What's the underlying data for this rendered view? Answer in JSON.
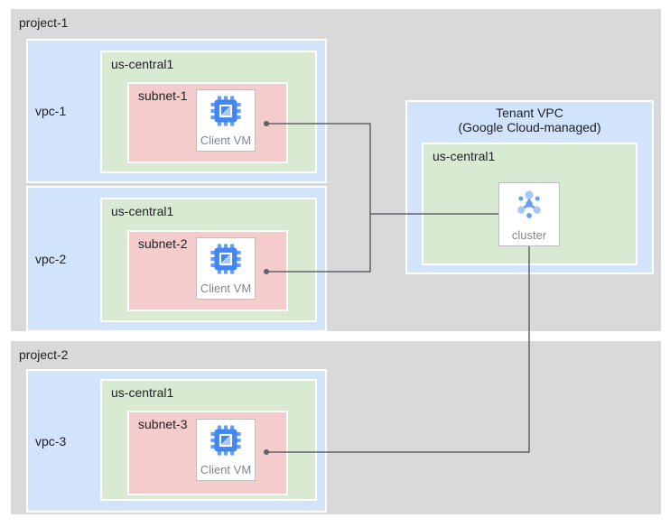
{
  "colors": {
    "project_bg": "#D9D9D9",
    "vpc_bg": "#D2E3FC",
    "region_bg": "#D9EAD3",
    "subnet_bg": "#F4CCCC",
    "node_border": "#BDBDBD",
    "node_label": "#80868B",
    "label": "#202124",
    "connector": "#5F6368",
    "icon_blue": "#4285F4",
    "icon_blue_medium": "#669DF6",
    "icon_blue_light": "#A8C7FA"
  },
  "projects": [
    {
      "label": "project-1",
      "vpcs": [
        {
          "label": "vpc-1",
          "region": "us-central1",
          "subnet": "subnet-1",
          "node": "Client VM"
        },
        {
          "label": "vpc-2",
          "region": "us-central1",
          "subnet": "subnet-2",
          "node": "Client VM"
        }
      ]
    },
    {
      "label": "project-2",
      "vpcs": [
        {
          "label": "vpc-3",
          "region": "us-central1",
          "subnet": "subnet-3",
          "node": "Client VM"
        }
      ]
    }
  ],
  "tenant_vpc": {
    "title": "Tenant VPC",
    "subtitle": "(Google Cloud-managed)",
    "region": "us-central1",
    "node": "cluster"
  },
  "connections": [
    {
      "from": "Client VM (subnet-1)",
      "to": "cluster"
    },
    {
      "from": "Client VM (subnet-2)",
      "to": "cluster"
    },
    {
      "from": "Client VM (subnet-3)",
      "to": "cluster"
    }
  ]
}
